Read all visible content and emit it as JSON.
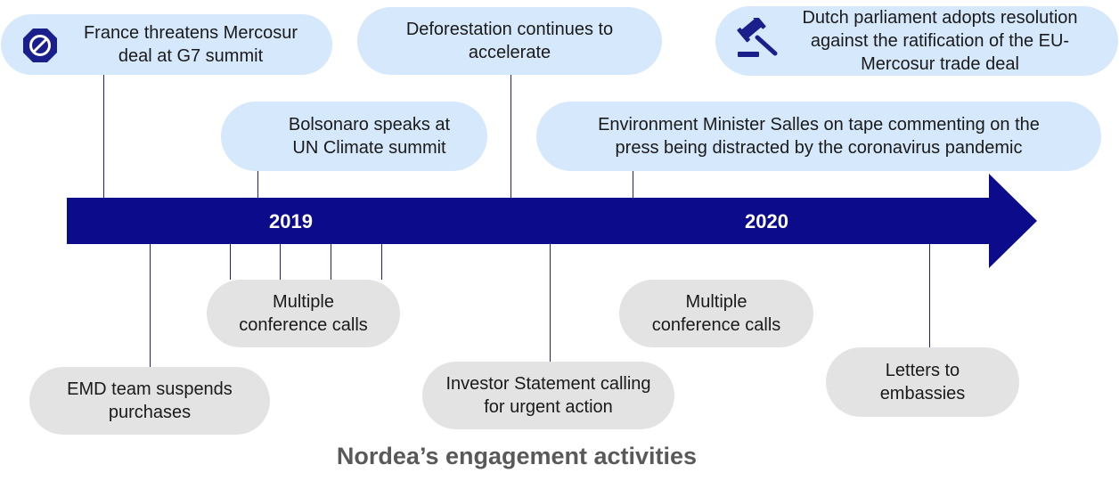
{
  "timeline": {
    "year_labels": [
      "2019",
      "2020"
    ],
    "colors": {
      "arrow": "#0b0b8c",
      "event_bubble": "#d6e8fb",
      "activity_bubble": "#e3e3e3"
    }
  },
  "events": [
    {
      "text": "France threatens Mercosur deal at G7 summit",
      "icon": "prohibited-icon"
    },
    {
      "text": "Bolsonaro speaks at UN Climate summit"
    },
    {
      "text": "Deforestation continues to accelerate"
    },
    {
      "text": "Environment Minister Salles on tape commenting on the press being distracted by the coronavirus pandemic"
    },
    {
      "text": "Dutch parliament adopts resolution against the ratification of the EU-Mercosur trade deal",
      "icon": "gavel-icon"
    }
  ],
  "activities": [
    {
      "text": "EMD team suspends purchases"
    },
    {
      "text": "Multiple conference calls"
    },
    {
      "text": "Investor Statement calling for urgent action"
    },
    {
      "text": "Multiple conference calls"
    },
    {
      "text": "Letters to embassies"
    }
  ],
  "caption": "Nordea’s engagement activities"
}
